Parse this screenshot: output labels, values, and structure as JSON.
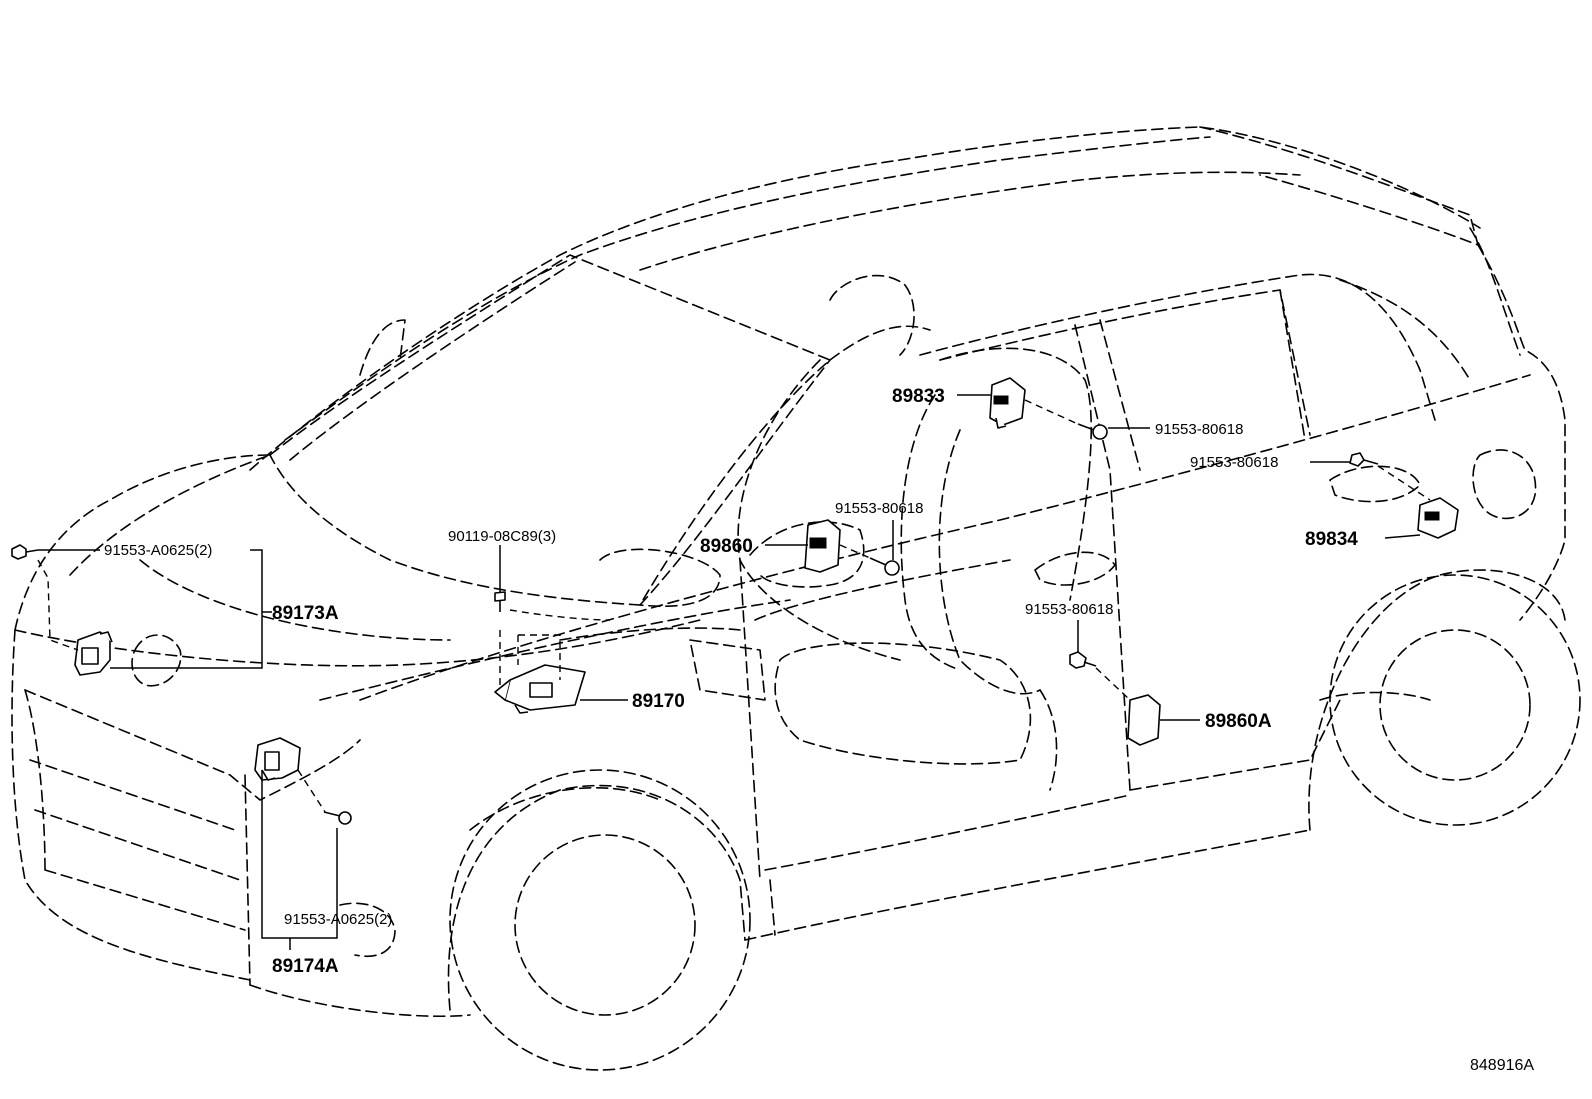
{
  "diagram": {
    "reference_code": "848916A",
    "callouts": {
      "p89833": "89833",
      "p89834": "89834",
      "p89860": "89860",
      "p89860A": "89860A",
      "p89170": "89170",
      "p89173A": "89173A",
      "p89174A": "89174A",
      "bolt_a0625_top": "91553-A0625(2)",
      "bolt_a0625_bottom": "91553-A0625(2)",
      "screw_08c89": "90119-08C89(3)",
      "bolt_80618_pillar": "91553-80618",
      "bolt_80618_rear": "91553-80618",
      "bolt_80618_front_door": "91553-80618",
      "bolt_80618_sill": "91553-80618"
    }
  }
}
